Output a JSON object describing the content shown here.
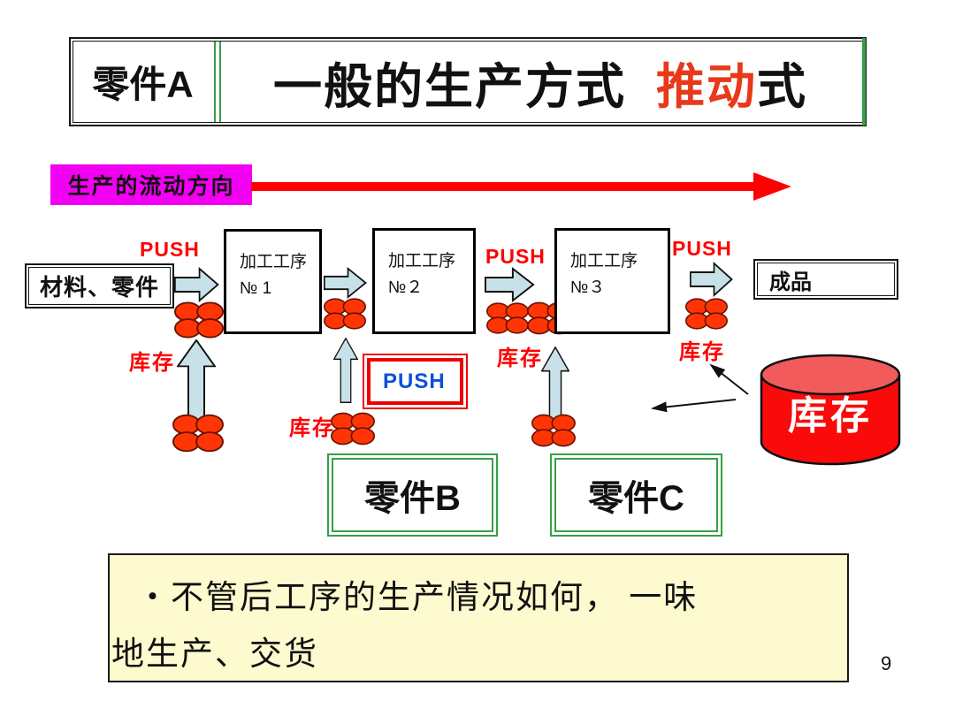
{
  "slide": {
    "page_number": "9"
  },
  "title": {
    "part_label": "零件A",
    "main": "一般的生产方式",
    "highlight": "推动",
    "suffix": "式"
  },
  "flow": {
    "direction_label": "生产的流动方向"
  },
  "labels": {
    "push": "PUSH",
    "inventory": "库存"
  },
  "nodes": {
    "materials": {
      "label": "材料、零件"
    },
    "process1": {
      "line1": "加工工序",
      "line2": "№ 1"
    },
    "process2": {
      "line1": "加工工序",
      "line2": "№２"
    },
    "process3": {
      "line1": "加工工序",
      "line2": "№３"
    },
    "finished": {
      "label": "成品"
    },
    "part_b": {
      "label": "零件B"
    },
    "part_c": {
      "label": "零件C"
    },
    "inventory_store": {
      "label": "库存"
    }
  },
  "note": {
    "line1": "・不管后工序的生产情况如何， 一味",
    "line2": "地生产、交货"
  },
  "colors": {
    "accent_red": "#FF0000",
    "title_highlight_red": "#E8391A",
    "magenta": "#F200F2",
    "pale_blue_arrow": "#C8E1E8",
    "stock_red": "#FF3505",
    "green_border": "#35A047",
    "note_yellow": "#FDFACF",
    "push_blue": "#0A50DC",
    "cylinder_red": "#FA0A0A"
  }
}
